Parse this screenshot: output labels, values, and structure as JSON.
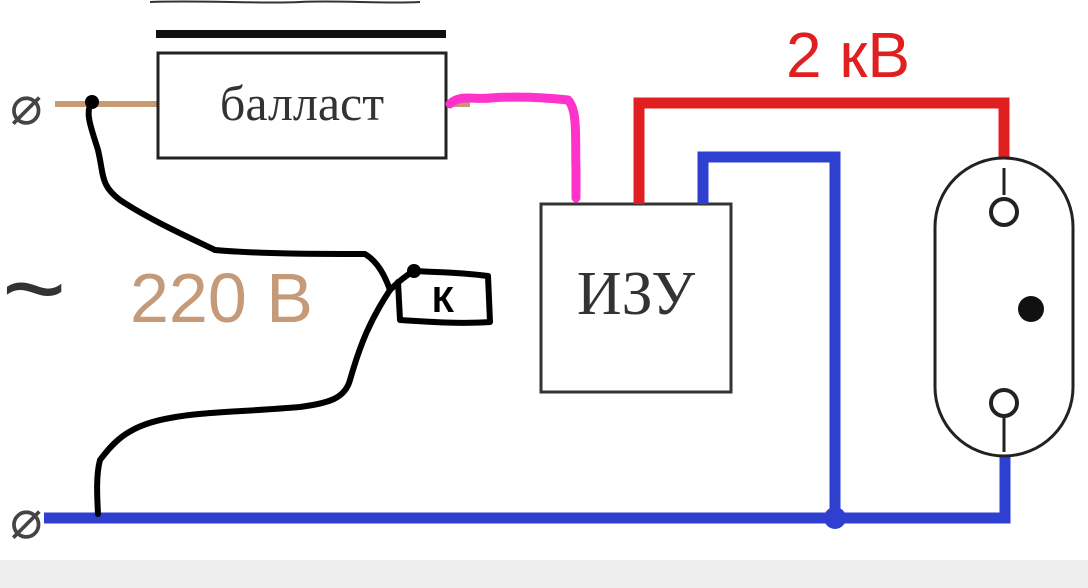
{
  "diagram": {
    "ballast_label": "балласт",
    "igniter_label": "ИЗУ",
    "voltage_high_label": "2 кВ",
    "voltage_mains_label": "220 В",
    "ac_symbol": "~",
    "terminal_symbol": "⌀",
    "switch_label": "К"
  },
  "colors": {
    "high_voltage_wire": "#e02020",
    "neutral_wire": "#2f3fd0",
    "phase_wire": "#c79a73",
    "handdrawn_magenta": "#ff33cc",
    "handdrawn_black": "#000000",
    "mains_text": "#c49a79"
  }
}
